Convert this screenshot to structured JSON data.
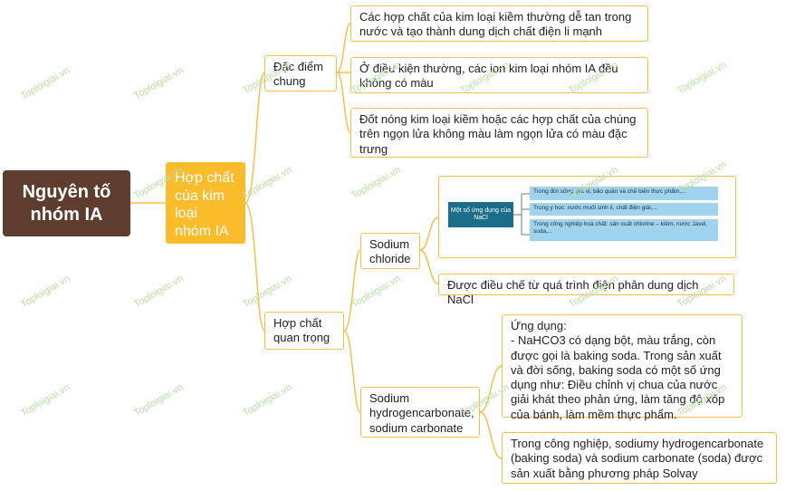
{
  "root": {
    "title": "Nguyên tố nhóm IA"
  },
  "level1": {
    "label": "Hợp chất của kim loại nhóm IA"
  },
  "branches": {
    "dac_diem": {
      "label": "Đặc điểm chung",
      "items": [
        "Các hợp chất của kim loại kiềm thường dễ tan trong nước và tạo thành dung dịch chất điện li mạnh",
        "Ở điều kiện thường, các ion kim loại nhóm IA đều không có màu",
        "Đốt nóng kim loại kiềm hoặc các hợp chất của chúng trên ngọn lửa không màu làm ngọn lửa có màu đặc trưng"
      ]
    },
    "hop_chat": {
      "label": "Hợp chất quan trọng",
      "sodium_chloride": {
        "label": "Sodium chloride",
        "image": {
          "center": "Một số ứng dụng của NaCl",
          "items": [
            "Trong đời sống: gia vị, bảo quản và chế biến thực phẩm,...",
            "Trong y học: nước muối sinh lí, chất điện giải,...",
            "Trong công nghiệp hoá chất: sản xuất chlorine – kiềm, nước Javel, soda,..."
          ]
        },
        "prep": "Được điều chế từ quá trình điện phân dung dịch NaCl"
      },
      "sodium_carbonate": {
        "label": "Sodium hydrogencarbonate, sodium carbonate",
        "usage": "Ứng dụng:\n- NaHCO3 có dạng bột, màu trắng, còn được gọi là baking soda. Trong sản xuất và đời sống, baking soda có một số ứng dụng như: Điều chỉnh vị chua của nước giải khát theo phản ứng, làm tăng độ xốp của bánh, làm mềm thực phẩm.",
        "industry": "Trong công nghiệp, sodiumy hydrogencarbonate (baking soda) và sodium carbonate (soda) được sản xuất bằng phương pháp Solvay"
      }
    }
  },
  "watermark": "Toploigiai.vn",
  "colors": {
    "root": "#5e3d2f",
    "level1": "#fbbc2c",
    "border": "#f4c04a",
    "watermark": "#b9dfa5"
  }
}
